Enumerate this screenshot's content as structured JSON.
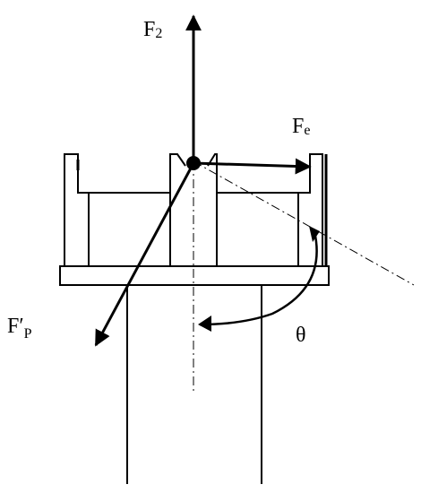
{
  "labels": {
    "force_vertical": {
      "main": "F",
      "sub": "2"
    },
    "force_horizontal": {
      "main": "F",
      "sub": "e"
    },
    "force_diagonal": {
      "main": "F′",
      "sub": "P"
    },
    "angle": "θ"
  }
}
